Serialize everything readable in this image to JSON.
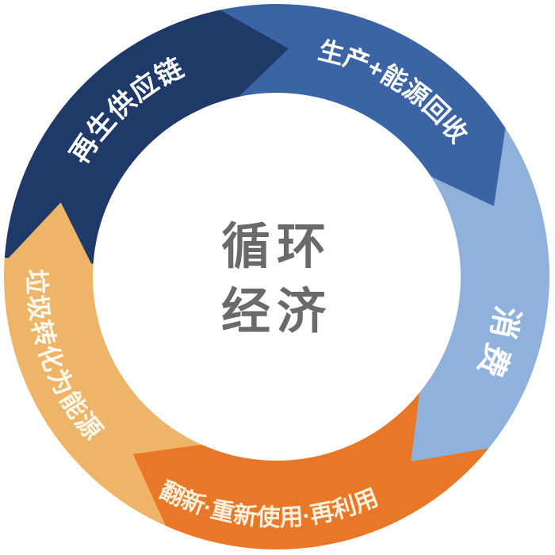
{
  "background": "#ffffff",
  "title": {
    "line1": "循环",
    "line2": "经济",
    "color": "#6a6a6a"
  },
  "diagram": {
    "type": "circular-flow-diagram",
    "topic": "循环经济",
    "direction": "clockwise",
    "segments": [
      {
        "id": "regenerated-supply-chain",
        "label": "再生供应链",
        "color": "#1f3a68",
        "label_color": "#ffffff",
        "start": 274,
        "end": 348,
        "text_angle": 318,
        "text_side": "outer"
      },
      {
        "id": "production-plus-energy-recovery",
        "label": "生产+能源回收",
        "color": "#3a64a4",
        "label_color": "#ffffff",
        "start": 348,
        "end": 417,
        "text_angle": 32,
        "text_side": "outer"
      },
      {
        "id": "consumption",
        "label": "消费",
        "color": "#8fb1db",
        "label_color": "#ffffff",
        "start": 57,
        "end": 129,
        "text_angle": 107,
        "text_side": "outer"
      },
      {
        "id": "refurbish-reuse-recycle",
        "label": "翻新·重新使用·再利用",
        "color": "#e87828",
        "label_color": "#faf0db",
        "start": 129,
        "end": 204,
        "text_angle": 182,
        "text_side": "inner"
      },
      {
        "id": "waste-to-energy",
        "label": "垃圾转化为能源",
        "color": "#eeb467",
        "label_color": "#fdf8ec",
        "start": 204,
        "end": 274,
        "text_angle": 250,
        "text_side": "inner"
      }
    ]
  }
}
